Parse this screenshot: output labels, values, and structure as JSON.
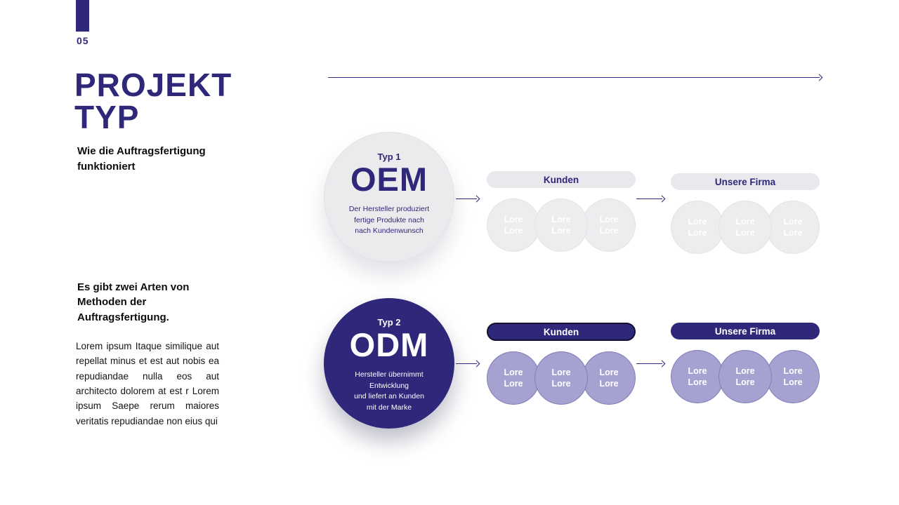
{
  "colors": {
    "accent": "#2f2779",
    "pill_light": "#e8e8ed",
    "circle_light": "#ededf0",
    "lavender": "#a5a1d0",
    "pill_dark_border": "#15102e"
  },
  "slide": {
    "page_number": "05",
    "title": "PROJEKT\nTYP",
    "subtitle": "Wie die Auftragsfertigung funktioniert",
    "intro_heading": "Es gibt zwei Arten von Methoden der Auftragsfertigung.",
    "body_text": "Lorem ipsum Itaque similique aut repellat minus et est aut nobis ea repudiandae nulla eos aut architecto dolorem at est r Lorem ipsum Saepe rerum maiores veritatis repudiandae non eius qui"
  },
  "diagram": {
    "rows": [
      {
        "type_label": "Typ 1",
        "acronym": "OEM",
        "description": "Der Hersteller produziert\nfertige Produkte nach\nnach Kundenwunsch",
        "groups": [
          {
            "title": "Kunden",
            "circles": [
              "Lore\nLore",
              "Lore\nLore",
              "Lore\nLore"
            ]
          },
          {
            "title": "Unsere Firma",
            "circles": [
              "Lore\nLore",
              "Lore\nLore",
              "Lore\nLore"
            ]
          }
        ]
      },
      {
        "type_label": "Typ 2",
        "acronym": "ODM",
        "description": "Hersteller übernimmt\nEntwicklung\nund liefert an Kunden\nmit der Marke",
        "groups": [
          {
            "title": "Kunden",
            "circles": [
              "Lore\nLore",
              "Lore\nLore",
              "Lore\nLore"
            ]
          },
          {
            "title": "Unsere Firma",
            "circles": [
              "Lore\nLore",
              "Lore\nLore",
              "Lore\nLore"
            ]
          }
        ]
      }
    ]
  }
}
